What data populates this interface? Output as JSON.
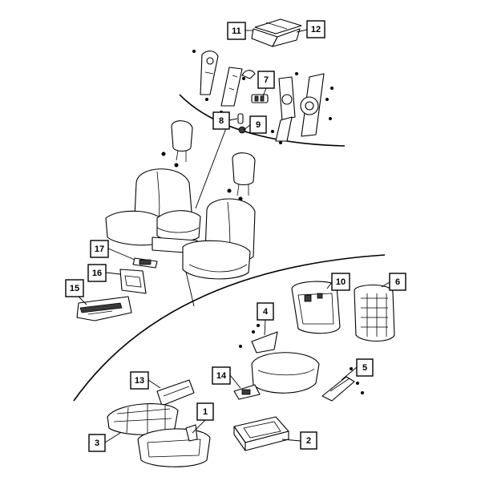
{
  "diagram": {
    "colors": {
      "line": "#000000",
      "background": "#ffffff",
      "shade": "#3a3a3a",
      "grey": "#bdbdbd"
    },
    "callouts": [
      {
        "id": "1",
        "label": "1"
      },
      {
        "id": "2",
        "label": "2"
      },
      {
        "id": "3",
        "label": "3"
      },
      {
        "id": "4",
        "label": "4"
      },
      {
        "id": "5",
        "label": "5"
      },
      {
        "id": "6",
        "label": "6"
      },
      {
        "id": "7",
        "label": "7"
      },
      {
        "id": "8",
        "label": "8"
      },
      {
        "id": "9",
        "label": "9"
      },
      {
        "id": "10",
        "label": "10"
      },
      {
        "id": "11",
        "label": "11"
      },
      {
        "id": "12",
        "label": "12"
      },
      {
        "id": "13",
        "label": "13"
      },
      {
        "id": "14",
        "label": "14"
      },
      {
        "id": "15",
        "label": "15"
      },
      {
        "id": "16",
        "label": "16"
      },
      {
        "id": "17",
        "label": "17"
      }
    ]
  }
}
